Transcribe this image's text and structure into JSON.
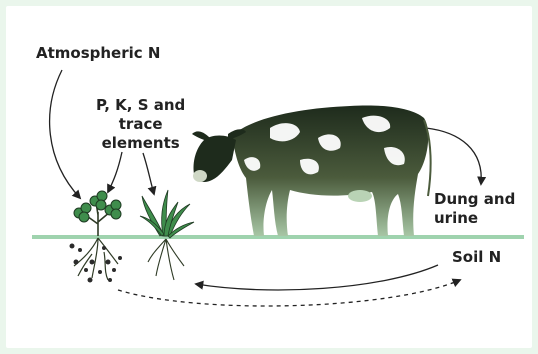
{
  "labels": {
    "atmospheric_n": "Atmospheric  N",
    "pks_line1": "P, K, S and",
    "pks_line2": "trace",
    "pks_line3": "elements",
    "dung_line1": "Dung and",
    "dung_line2": "urine",
    "soil_n": "Soil N"
  },
  "colors": {
    "background": "#eaf6ec",
    "ground": "#9fd3ae",
    "ink": "#222222",
    "cow_dark": "#1e2b1c",
    "cow_mid": "#4b5b3c",
    "cow_fade": "#a7c6a5",
    "plant": "#3f8d4c"
  },
  "icons": [
    "clover-plant-icon",
    "grass-plant-icon",
    "cow-icon"
  ]
}
